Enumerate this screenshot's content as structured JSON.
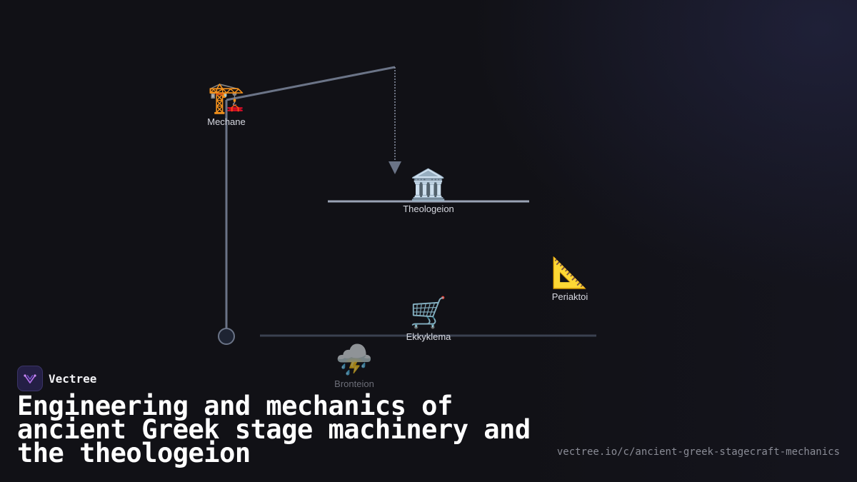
{
  "diagram": {
    "nodes": {
      "mechane": {
        "label": "Mechane",
        "icon": "crane-icon",
        "glyph": "🏗️"
      },
      "theologeion": {
        "label": "Theologeion",
        "icon": "classical-building-icon",
        "glyph": "🏛️"
      },
      "periaktoi": {
        "label": "Periaktoi",
        "icon": "triangular-ruler-icon",
        "glyph": "📐"
      },
      "ekkyklema": {
        "label": "Ekkyklema",
        "icon": "shopping-cart-icon",
        "glyph": "🛒"
      },
      "bronteion": {
        "label": "Bronteion",
        "icon": "thunder-cloud-icon",
        "glyph": "⛈️"
      }
    },
    "colors": {
      "line": "#6b7487",
      "platform": "#9aa3b5",
      "stage": "#3a4150",
      "pivot_fill": "#1e2433"
    }
  },
  "brand": {
    "name": "Vectree",
    "icon": "vectree-logo-icon",
    "logo_color": "#b06ee8"
  },
  "title": "Engineering and mechanics of ancient Greek stage machinery and the theologeion",
  "url": "vectree.io/c/ancient-greek-stagecraft-mechanics"
}
